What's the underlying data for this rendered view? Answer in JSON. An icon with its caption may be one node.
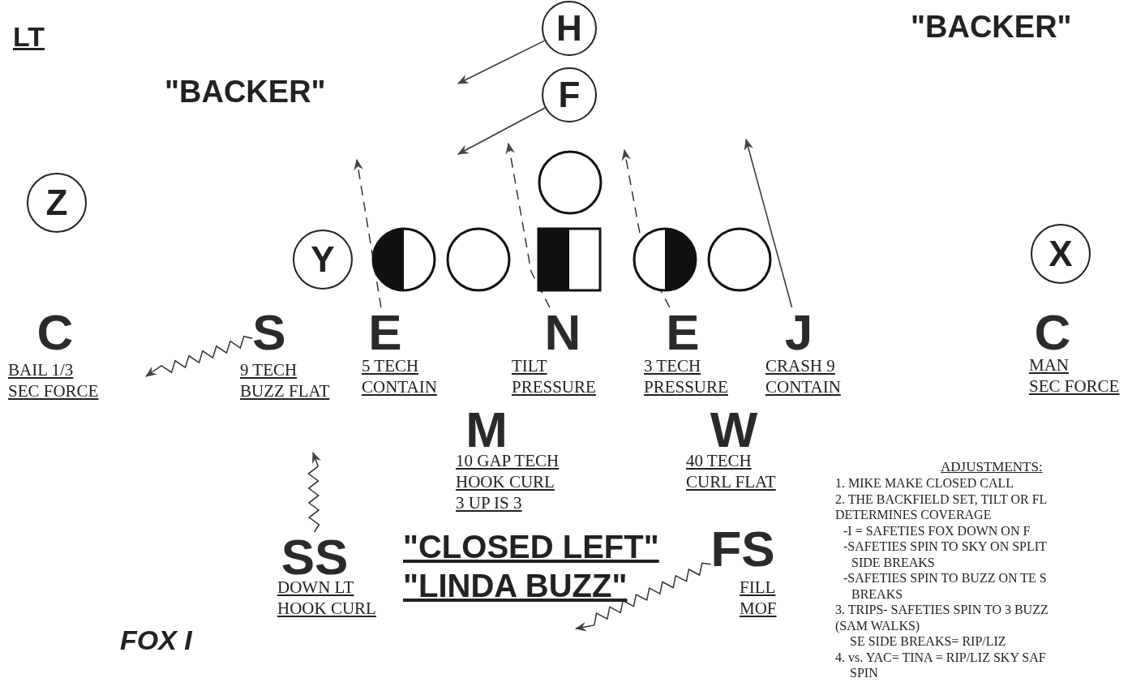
{
  "diagram": {
    "nodes": [
      {
        "text": [
          "H"
        ]
      },
      {
        "text": [
          "F"
        ]
      },
      {
        "text": [
          "Z"
        ]
      },
      {
        "text": [],
        "shape": "circle"
      },
      {
        "text": [
          "Y"
        ]
      },
      {
        "text": [],
        "shape": "circle"
      },
      {
        "text": [],
        "shape": "circle"
      },
      {
        "text": [],
        "shape": "box"
      },
      {
        "text": [],
        "shape": "circle"
      },
      {
        "text": [],
        "shape": "circle"
      },
      {
        "text": [
          "X"
        ]
      },
      {
        "text": [
          "C"
        ],
        "beside": [
          "BAIL 1/3",
          "SEC FORCE"
        ]
      },
      {
        "text": [
          "S"
        ],
        "beside": [
          "9 TECH",
          "BUZZ FLAT"
        ]
      },
      {
        "text": [
          "E"
        ],
        "beside": [
          "5 TECH",
          "CONTAIN"
        ]
      },
      {
        "text": [
          "N"
        ],
        "beside": [
          "TILT",
          "PRESSURE"
        ]
      },
      {
        "text": [
          "E"
        ],
        "beside": [
          "3 TECH",
          "PRESSURE"
        ]
      },
      {
        "text": [
          "J"
        ],
        "beside": [
          "CRASH 9",
          "CONTAIN"
        ]
      },
      {
        "text": [
          "C"
        ],
        "beside": [
          "MAN",
          "SEC FORCE"
        ]
      },
      {
        "text": [
          "M"
        ],
        "beside": [
          "10 GAP TECH",
          "HOOK CURL",
          "3 UP IS 3"
        ]
      },
      {
        "text": [
          "W"
        ],
        "beside": [
          "40 TECH",
          "CURL FLAT"
        ]
      },
      {
        "text": [
          "SS"
        ],
        "beside": [
          "DOWN LT",
          "HOOK CURL"
        ]
      },
      {
        "text": [
          "FS"
        ],
        "beside": [
          "FILL",
          "MOF"
        ]
      }
    ],
    "edges": [
      {
        "from": 0,
        "to": null,
        "arrow": "to"
      },
      {
        "from": 1,
        "to": null,
        "arrow": "to"
      },
      {
        "from": 13,
        "to": null,
        "arrow": "to",
        "style": "dashed"
      },
      {
        "from": 14,
        "to": null,
        "arrow": "to",
        "style": "dashed"
      },
      {
        "from": 15,
        "to": null,
        "arrow": "to",
        "style": "dashed"
      },
      {
        "from": 16,
        "to": null,
        "arrow": "to"
      },
      {
        "from": 12,
        "to": null,
        "arrow": "to"
      },
      {
        "from": 20,
        "to": null,
        "arrow": "to"
      },
      {
        "from": 21,
        "to": null,
        "arrow": "to"
      }
    ],
    "labels": [
      "LT",
      "\"BACKER\"",
      "\"BACKER\"",
      "\"CLOSED LEFT\"",
      "\"LINDA BUZZ\"",
      "FOX I",
      "ADJUSTMENTS:",
      "1. MIKE MAKE CLOSED CALL",
      "2. THE BACKFIELD SET, TILT OR FL",
      "DETERMINES COVERAGE",
      "-I = SAFETIES FOX DOWN ON F",
      "-SAFETIES SPIN TO SKY ON SPLIT",
      "SIDE BREAKS",
      "-SAFETIES SPIN TO BUZZ ON TE S",
      "BREAKS",
      "3. TRIPS- SAFETIES SPIN TO 3 BUZZ",
      "(SAM WALKS)",
      "SE SIDE BREAKS= RIP/LIZ",
      "4. vs. YAC= TINA = RIP/LIZ SKY SAF",
      "SPIN"
    ]
  }
}
